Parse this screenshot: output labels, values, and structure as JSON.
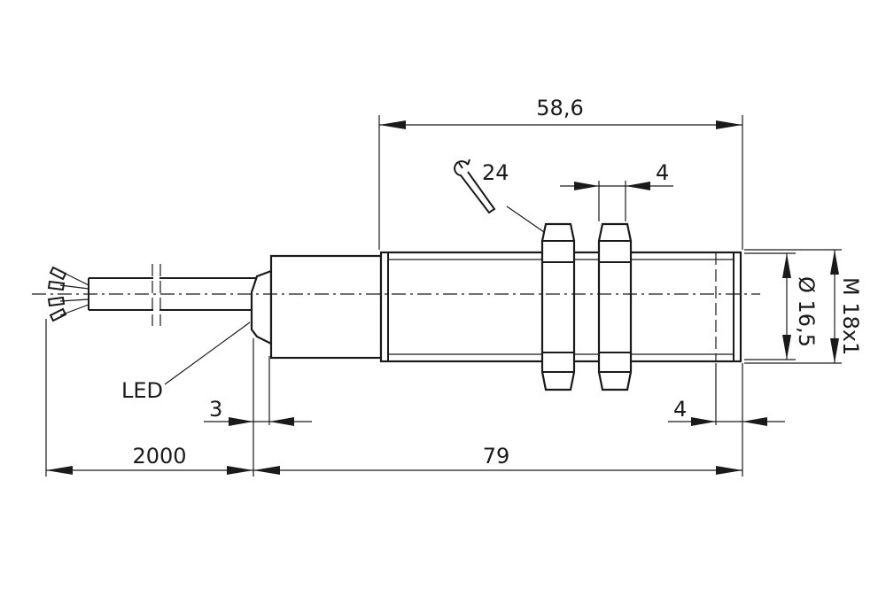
{
  "dimensions": {
    "length_thread": "58,6",
    "wrench_size": "24",
    "nut_thickness": "4",
    "diameter": "Ø 16,5",
    "thread": "M 18x1",
    "led_offset": "3",
    "thread_end": "4",
    "cable_length": "2000",
    "total_length": "79"
  },
  "labels": {
    "led": "LED"
  },
  "icons": {
    "wrench": "wrench-icon"
  }
}
